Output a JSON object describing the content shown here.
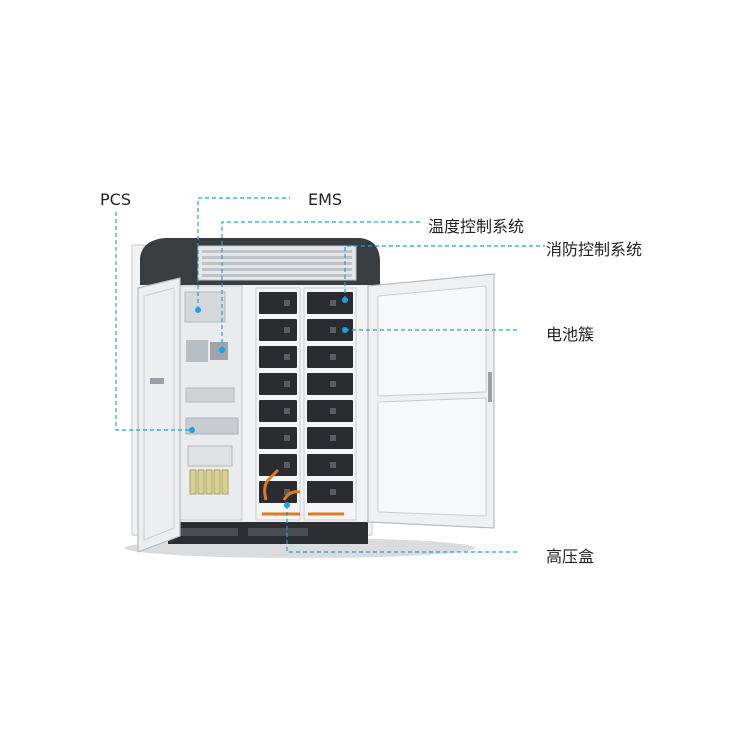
{
  "labels": {
    "pcs": "PCS",
    "ems": "EMS",
    "temperature_control": "温度控制系统",
    "fire_protection": "消防控制系统",
    "battery_cluster": "电池簇",
    "high_voltage_box": "高压盒"
  },
  "colors": {
    "leader_line": "#1aa0e6",
    "cabinet_frame": "#e6e8ea",
    "cabinet_top": "#3a3d40",
    "battery_module": "#2a2c2f",
    "hv_cable": "#e07a22"
  }
}
